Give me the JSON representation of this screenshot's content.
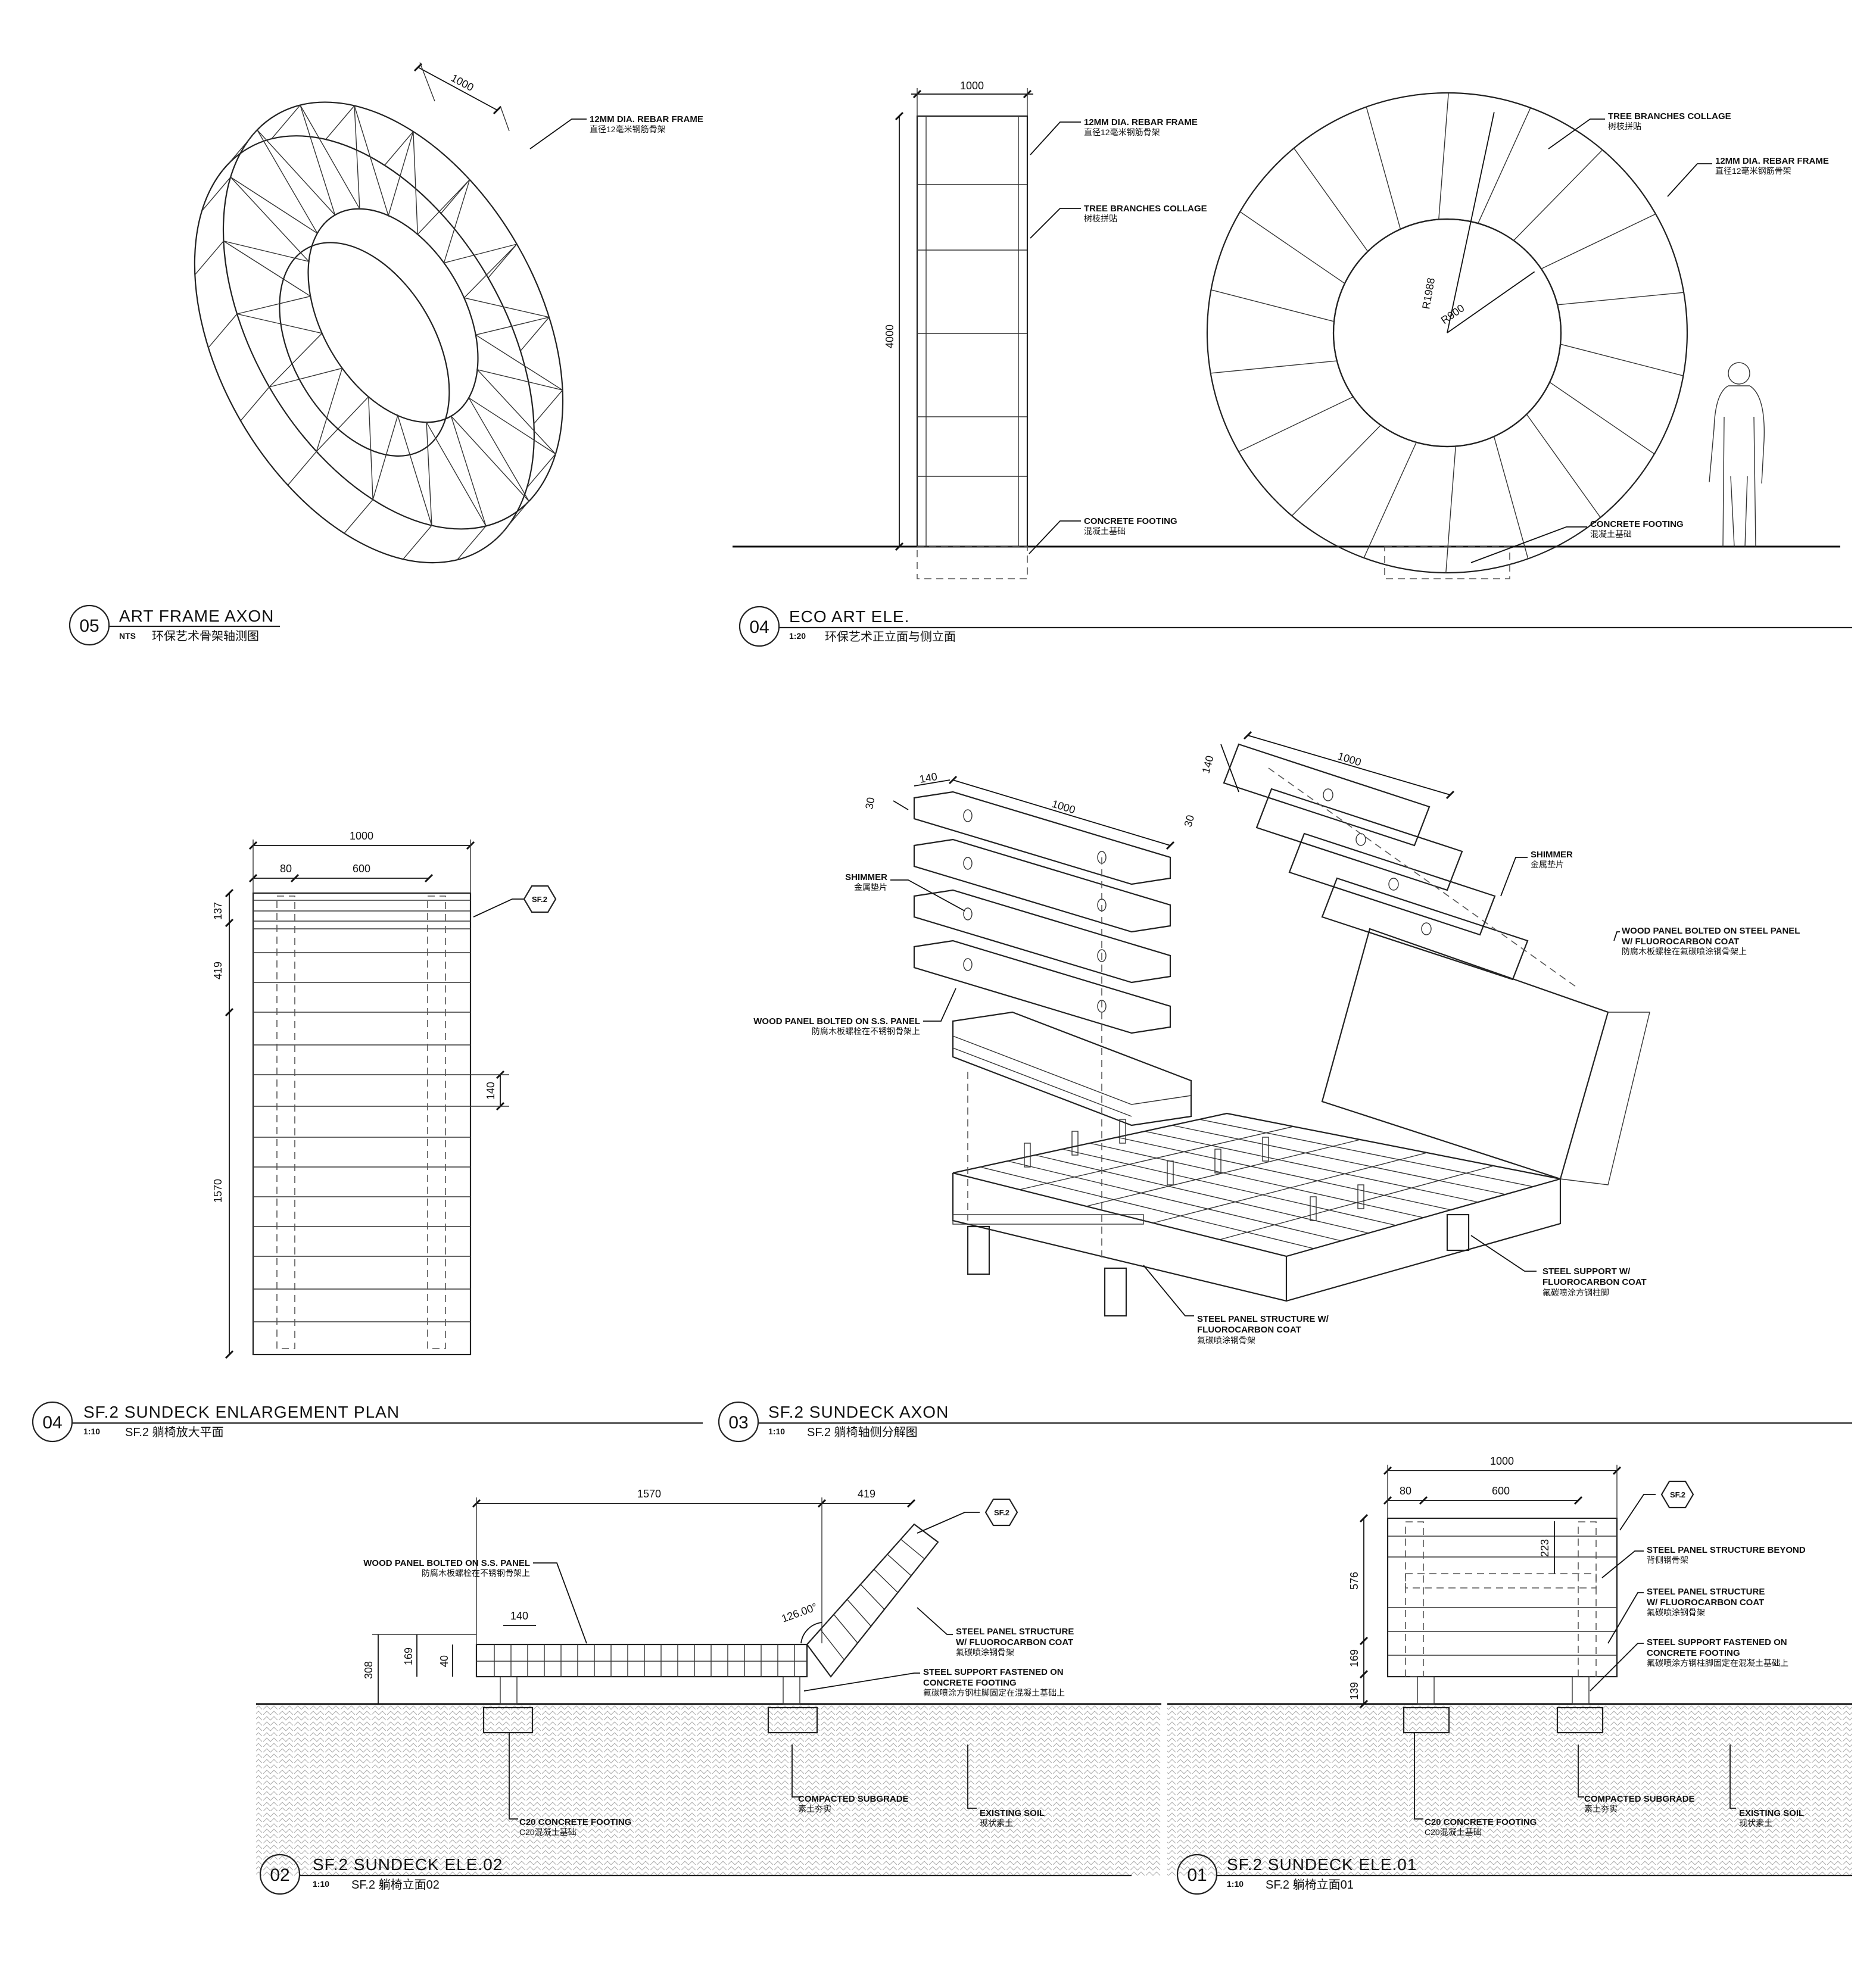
{
  "panels": {
    "p05": {
      "number": "05",
      "title": "ART FRAME AXON",
      "scale": "NTS",
      "subtitle": "环保艺术骨架轴测图"
    },
    "p04a": {
      "number": "04",
      "title": "ECO ART ELE.",
      "scale": "1:20",
      "subtitle": "环保艺术正立面与侧立面"
    },
    "p04b": {
      "number": "04",
      "title": "SF.2 SUNDECK ENLARGEMENT PLAN",
      "scale": "1:10",
      "subtitle": "SF.2 躺椅放大平面"
    },
    "p03": {
      "number": "03",
      "title": "SF.2 SUNDECK AXON",
      "scale": "1:10",
      "subtitle": "SF.2 躺椅轴侧分解图"
    },
    "p02": {
      "number": "02",
      "title": "SF.2 SUNDECK ELE.02",
      "scale": "1:10",
      "subtitle": "SF.2 躺椅立面02"
    },
    "p01": {
      "number": "01",
      "title": "SF.2 SUNDECK ELE.01",
      "scale": "1:10",
      "subtitle": "SF.2 躺椅立面01"
    }
  },
  "notes": {
    "rebar_en": "12MM DIA. REBAR FRAME",
    "rebar_zh": "直径12毫米钢筋骨架",
    "branches_en": "TREE BRANCHES COLLAGE",
    "branches_zh": "树枝拼贴",
    "footing_en": "CONCRETE FOOTING",
    "footing_zh": "混凝土基础",
    "shimmer_en": "SHIMMER",
    "shimmer_zh": "金属垫片",
    "wood_ss_en": "WOOD PANEL BOLTED ON S.S. PANEL",
    "wood_ss_zh": "防腐木板螺栓在不锈钢骨架上",
    "wood_steel_en1": "WOOD PANEL BOLTED ON STEEL PANEL",
    "wood_steel_en2": "W/ FLUOROCARBON COAT",
    "wood_steel_zh": "防腐木板螺栓在氟碳喷涂钢骨架上",
    "steel_support_en1": "STEEL SUPPORT W/",
    "steel_support_en2": "FLUOROCARBON COAT",
    "steel_support_zh": "氟碳喷涂方钢柱脚",
    "panel_struct_en1": "STEEL PANEL STRUCTURE W/",
    "panel_struct_en2": "FLUOROCARBON COAT",
    "panel_struct_zh": "氟碳喷涂钢骨架",
    "ele_struct_en1": "STEEL PANEL STRUCTURE",
    "ele_struct_en2": "W/ FLUOROCARBON COAT",
    "ele_struct_zh": "氟碳喷涂钢骨架",
    "fastened_en1": "STEEL SUPPORT FASTENED ON",
    "fastened_en2": "CONCRETE FOOTING",
    "fastened_zh": "氟碳喷涂方钢柱脚固定在混凝土基础上",
    "beyond_en": "STEEL PANEL STRUCTURE BEYOND",
    "beyond_zh": "背侧钢骨架",
    "c20_en": "C20 CONCRETE FOOTING",
    "c20_zh": "C20混凝土基础",
    "subgrade_en": "COMPACTED SUBGRADE",
    "subgrade_zh": "素土夯实",
    "soil_en": "EXISTING SOIL",
    "soil_zh": "现状素土",
    "sf2_tag": "SF.2"
  },
  "dimensions": {
    "d1000": "1000",
    "d4000": "4000",
    "r1988": "R1988",
    "r900": "R900",
    "d80": "80",
    "d600": "600",
    "d137": "137",
    "d419": "419",
    "d140": "140",
    "d1570": "1570",
    "d30": "30",
    "d308": "308",
    "d169": "169",
    "d40": "40",
    "d126": "126.00°",
    "d576": "576",
    "d223": "223",
    "d139": "139"
  }
}
